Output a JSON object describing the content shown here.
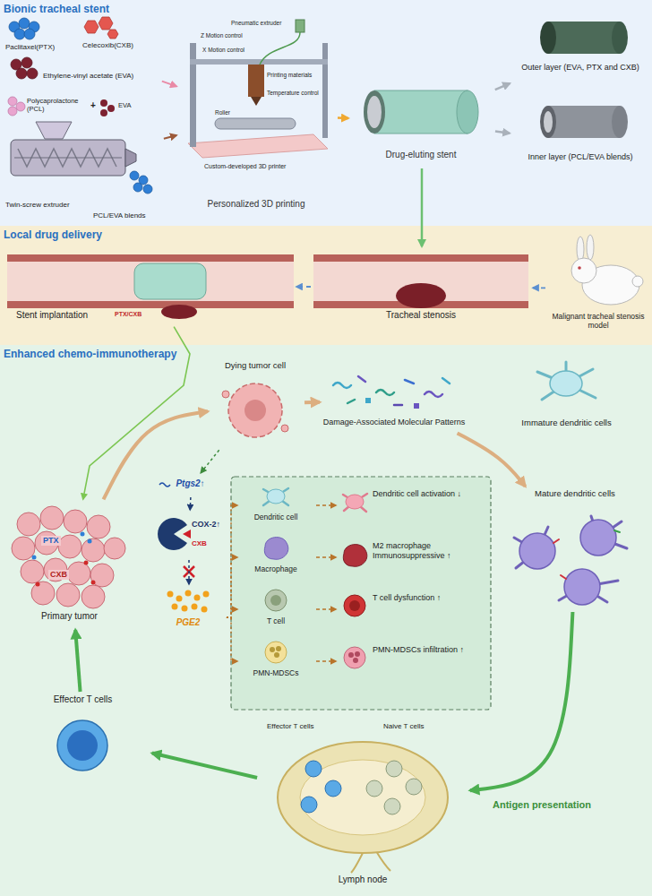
{
  "diagram": {
    "nodes": [
      {
        "text": [
          "Bionic tracheal stent"
        ]
      },
      {
        "text": [
          "Paclitaxel(PTX)",
          "Celecoxib(CXB)",
          "Ethylene-vinyl acetate (EVA)"
        ],
        "in": 0
      },
      {
        "text": [
          "Twin-screw extruder",
          "PCL/EVA blends"
        ],
        "in": 0
      },
      {
        "text": [
          "Personalized 3D printing"
        ],
        "in": 0
      },
      {
        "text": [
          "Drug-eluting stent"
        ],
        "in": 0
      },
      {
        "text": [
          "Outer layer (EVA, PTX and CXB)"
        ],
        "in": 0
      },
      {
        "text": [
          "Inner layer (PCL/EVA blends)"
        ],
        "in": 0
      },
      {
        "text": [
          "Local drug delivery"
        ]
      },
      {
        "text": [
          "Stent implantation"
        ],
        "in": 7
      },
      {
        "text": [
          "Tracheal stenosis"
        ],
        "in": 7
      },
      {
        "text": [
          "Malignant tracheal stenosis model"
        ],
        "in": 7
      },
      {
        "text": [
          "Enhanced chemo-immunotherapy"
        ]
      },
      {
        "text": [
          "Primary tumor"
        ],
        "in": 11
      },
      {
        "text": [
          "Dying tumor cell"
        ],
        "in": 11
      },
      {
        "text": [
          "Damage-Associated Molecular Patterns"
        ],
        "in": 11
      },
      {
        "text": [
          "Immature dendritic cells"
        ],
        "in": 11
      },
      {
        "text": [
          "Mature dendritic cells"
        ],
        "in": 11
      },
      {
        "text": [
          "Lymph node"
        ],
        "in": 11
      },
      {
        "text": [
          "Effector T cells"
        ],
        "in": 11
      },
      {
        "text": [
          "Dendritic cell"
        ],
        "in": 11
      },
      {
        "text": [
          "Macrophage"
        ],
        "in": 11
      },
      {
        "text": [
          "T cell"
        ],
        "in": 11
      },
      {
        "text": [
          "PMN-MDSCs"
        ],
        "in": 11
      },
      {
        "text": [
          "Dendritic cell activation ↓"
        ],
        "in": 11
      },
      {
        "text": [
          "M2 macrophage Immunosuppressive ↑"
        ],
        "in": 11
      },
      {
        "text": [
          "T cell dysfunction ↑"
        ],
        "in": 11
      },
      {
        "text": [
          "PMN-MDSCs infiltration ↑"
        ],
        "in": 11
      },
      {
        "text": [
          "Ptgs2↑"
        ],
        "in": 11
      },
      {
        "text": [
          "COX-2↑"
        ],
        "in": 11
      },
      {
        "text": [
          "PGE2"
        ],
        "in": 11
      }
    ],
    "edges": [
      {
        "from": 1,
        "to": 3,
        "arrow": "to"
      },
      {
        "from": 2,
        "to": 3,
        "arrow": "to"
      },
      {
        "from": 3,
        "to": 4,
        "arrow": "to"
      },
      {
        "from": 4,
        "to": 5,
        "arrow": "to"
      },
      {
        "from": 4,
        "to": 6,
        "arrow": "to"
      },
      {
        "from": 4,
        "to": 9,
        "arrow": "to"
      },
      {
        "from": 10,
        "to": 9,
        "arrow": "to"
      },
      {
        "from": 9,
        "to": 8,
        "arrow": "to"
      },
      {
        "from": 8,
        "to": 12,
        "arrow": "to"
      },
      {
        "from": 12,
        "to": 13,
        "arrow": "to"
      },
      {
        "from": 13,
        "to": 14,
        "arrow": "to"
      },
      {
        "from": 14,
        "to": 16,
        "arrow": "to"
      },
      {
        "from": 16,
        "to": 17,
        "label": "Antigen presentation",
        "arrow": "to"
      },
      {
        "from": 17,
        "to": 18,
        "arrow": "to"
      },
      {
        "from": 18,
        "to": 12,
        "arrow": "to"
      },
      {
        "from": 13,
        "to": 27,
        "arrow": "to"
      },
      {
        "from": 27,
        "to": 28,
        "arrow": "to"
      },
      {
        "from": 28,
        "to": 29,
        "arrow": "to"
      },
      {
        "from": 29,
        "to": 19,
        "arrow": "to"
      },
      {
        "from": 29,
        "to": 20,
        "arrow": "to"
      },
      {
        "from": 29,
        "to": 21,
        "arrow": "to"
      },
      {
        "from": 29,
        "to": 22,
        "arrow": "to"
      },
      {
        "from": 19,
        "to": 23,
        "arrow": "to"
      },
      {
        "from": 20,
        "to": 24,
        "arrow": "to"
      },
      {
        "from": 21,
        "to": 25,
        "arrow": "to"
      },
      {
        "from": 22,
        "to": 26,
        "arrow": "to"
      }
    ],
    "labels": [
      "Polycaprolactone (PCL)",
      "+",
      "EVA",
      "Pneumatic extruder",
      "Z Motion control",
      "X Motion control",
      "Printing materials",
      "Temperature control",
      "Roller",
      "Custom-developed 3D printer",
      "PTX/CXB",
      "PTX",
      "CXB",
      "CXB",
      "Effector T cells",
      "Naive T cells"
    ]
  }
}
